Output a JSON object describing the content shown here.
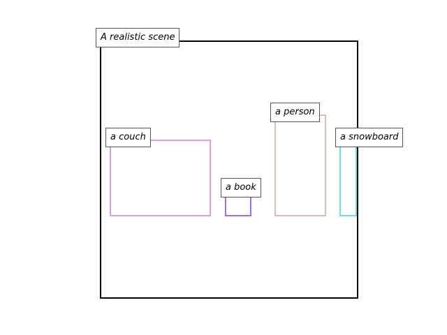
{
  "scene": {
    "label": "A realistic scene"
  },
  "objects": [
    {
      "label": "a couch",
      "color": "#dd9fd8"
    },
    {
      "label": "a book",
      "color": "#9b6fe6"
    },
    {
      "label": "a person",
      "color": "#d7bfb8"
    },
    {
      "label": "a snowboard",
      "color": "#6fdfe3"
    }
  ]
}
